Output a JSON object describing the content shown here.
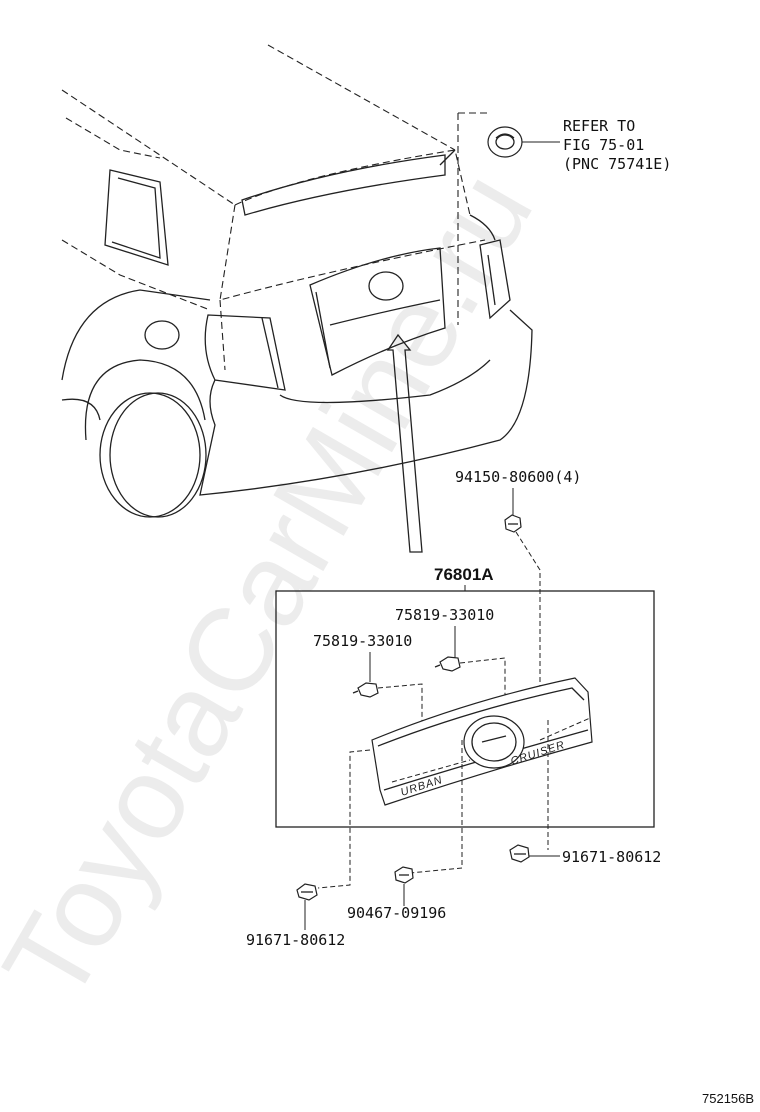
{
  "watermark": "ToyotaCarMine.ru",
  "figure_number": "752156B",
  "reference": {
    "line1": "REFER TO",
    "line2": "FIG 75-01",
    "line3": "(PNC 75741E)"
  },
  "parts": {
    "nut_top": "94150-80600(4)",
    "assembly": "76801A",
    "clip_right": "75819-33010",
    "clip_left": "75819-33010",
    "nut_right": "91671-80612",
    "grommet": "90467-09196",
    "nut_left": "91671-80612"
  },
  "garnish_text": {
    "word1": "URBAN",
    "word2": "CRUISER"
  }
}
